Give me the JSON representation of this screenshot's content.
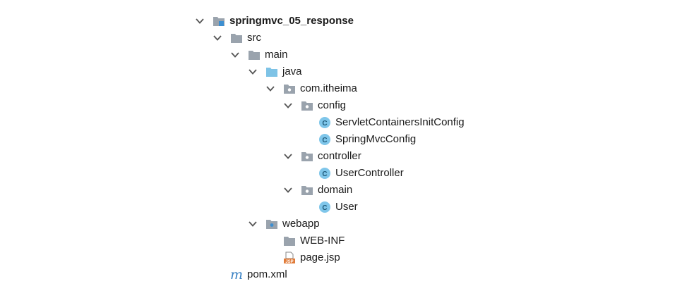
{
  "project_tree": {
    "root": {
      "label": "springmvc_05_response",
      "icon": "module-folder-icon",
      "expanded": true
    },
    "src": {
      "label": "src",
      "icon": "folder-icon",
      "expanded": true
    },
    "main": {
      "label": "main",
      "icon": "folder-icon",
      "expanded": true
    },
    "java": {
      "label": "java",
      "icon": "source-root-folder-icon",
      "expanded": true
    },
    "pkg": {
      "label": "com.itheima",
      "icon": "package-icon",
      "expanded": true
    },
    "config": {
      "label": "config",
      "icon": "package-icon",
      "expanded": true
    },
    "servlet_cfg": {
      "label": "ServletContainersInitConfig",
      "icon": "class-icon",
      "badge": "C"
    },
    "springmvc_cfg": {
      "label": "SpringMvcConfig",
      "icon": "class-icon",
      "badge": "C"
    },
    "controller": {
      "label": "controller",
      "icon": "package-icon",
      "expanded": true
    },
    "user_controller": {
      "label": "UserController",
      "icon": "class-icon",
      "badge": "C"
    },
    "domain": {
      "label": "domain",
      "icon": "package-icon",
      "expanded": true
    },
    "user": {
      "label": "User",
      "icon": "class-icon",
      "badge": "C"
    },
    "webapp": {
      "label": "webapp",
      "icon": "web-folder-icon",
      "expanded": true
    },
    "web_inf": {
      "label": "WEB-INF",
      "icon": "folder-icon"
    },
    "page_jsp": {
      "label": "page.jsp",
      "icon": "jsp-file-icon",
      "badge": "JSP"
    },
    "pom": {
      "label": "pom.xml",
      "icon": "maven-icon",
      "badge": "m"
    }
  },
  "colors": {
    "folder": "#9aa3ad",
    "source_folder": "#7ec3e6",
    "class_badge_bg": "#7fc6ea",
    "class_badge_text": "#1e5a7a",
    "jsp_badge": "#e07b39",
    "maven": "#3a82c4",
    "chevron": "#555555"
  }
}
